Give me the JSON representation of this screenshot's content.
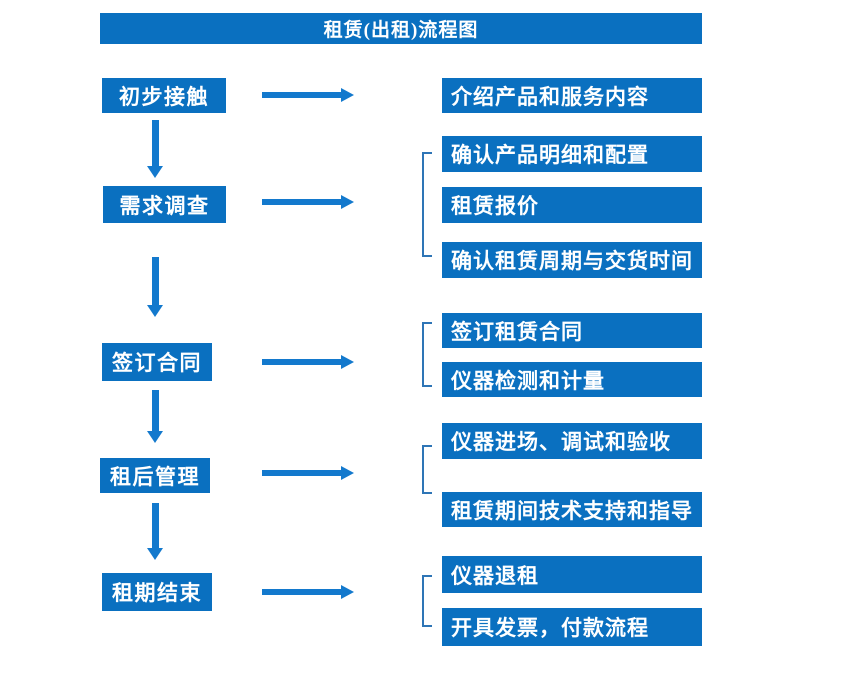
{
  "title": "租赁(出租)流程图",
  "colors": {
    "box_blue": "#0a70c0",
    "arrow_blue": "#1379cd",
    "bracket_blue": "#2e75b6",
    "text": "#ffffff",
    "background": "#ffffff"
  },
  "stages": [
    {
      "label": "初步接触",
      "details": [
        "介绍产品和服务内容"
      ]
    },
    {
      "label": "需求调查",
      "details": [
        "确认产品明细和配置",
        "租赁报价",
        "确认租赁周期与交货时间"
      ]
    },
    {
      "label": "签订合同",
      "details": [
        "签订租赁合同",
        "仪器检测和计量"
      ]
    },
    {
      "label": "租后管理",
      "details": [
        "仪器进场、调试和验收",
        "租赁期间技术支持和指导"
      ]
    },
    {
      "label": "租期结束",
      "details": [
        "仪器退租",
        "开具发票，付款流程"
      ]
    }
  ]
}
